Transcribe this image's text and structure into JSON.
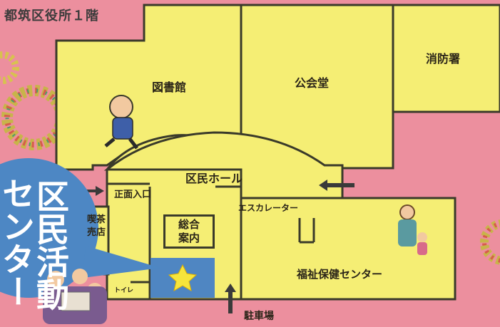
{
  "map": {
    "floor_title": "都筑区役所１階",
    "rooms": {
      "library": "図書館",
      "public_hall": "公会堂",
      "fire_station": "消防署",
      "ward_hall": "区民ホール",
      "welfare_center": "福祉保健センター",
      "cafe_shop": [
        "喫茶",
        "売店"
      ],
      "toilet": "トイレ",
      "info_desk": [
        "総合",
        "案内"
      ]
    },
    "labels": {
      "main_entrance": "正面入口",
      "escalator": "エスカレーター",
      "parking": "駐車場"
    },
    "callout": {
      "col_right": "区民活動",
      "col_left": "センター"
    }
  },
  "colors": {
    "background": "#ec8f9e",
    "floor": "#f5ee74",
    "wall": "#3a3a2a",
    "center_highlight": "#4f86c2",
    "bubble": "#4d87c4",
    "star": "#f7e53b"
  },
  "icons": [
    "star-icon",
    "arrow-icon",
    "wreath-decoration",
    "person-illustration"
  ]
}
